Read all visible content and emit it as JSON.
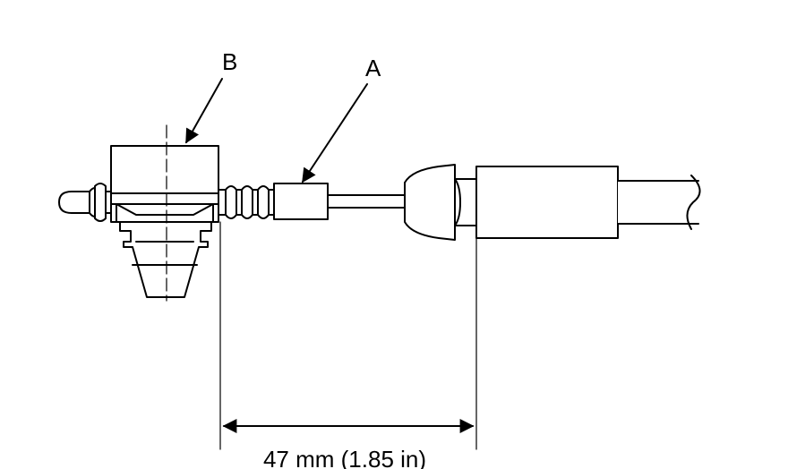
{
  "callouts": {
    "a_label": "A",
    "b_label": "B"
  },
  "dimension": {
    "label": "47 mm (1.85 in)"
  },
  "colors": {
    "line": "#000000",
    "background": "#ffffff"
  }
}
